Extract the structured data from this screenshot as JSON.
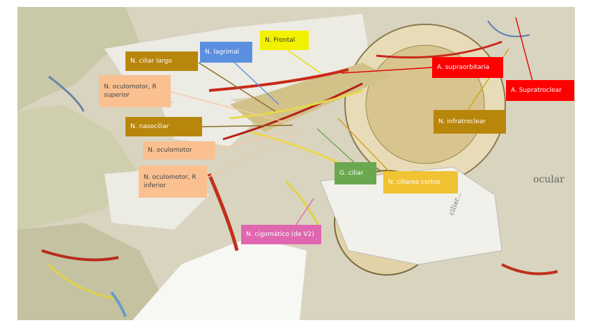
{
  "labels": {
    "lagrimal": {
      "text": "N. lagrimal",
      "color": "#5b8fe0",
      "fg": "#ffffff"
    },
    "frontal": {
      "text": "N. Frontal",
      "color": "#f2f200",
      "fg": "#333333"
    },
    "ciliar_largo": {
      "text": "N. ciliar largo",
      "color": "#b8860b",
      "fg": "#ffffff"
    },
    "oculomotor_r_superior": {
      "text": "N. oculomotor, R superior",
      "color": "#fac090",
      "fg": "#444444"
    },
    "nasociliar": {
      "text": "N. nasociliar",
      "color": "#b8860b",
      "fg": "#ffffff"
    },
    "oculomotor": {
      "text": "N. oculomotor",
      "color": "#fac090",
      "fg": "#444444"
    },
    "oculomotor_r_inferior": {
      "text": "N. oculomotor, R inferior",
      "color": "#fac090",
      "fg": "#444444"
    },
    "supraorbitaria": {
      "text": "A. supraorbitaria",
      "color": "#ff0000",
      "fg": "#ffffff"
    },
    "supratroclear": {
      "text": "A. Supratroclear",
      "color": "#ff0000",
      "fg": "#ffffff"
    },
    "infratroclear": {
      "text": "N. infratroclear",
      "color": "#b8860b",
      "fg": "#ffffff"
    },
    "g_ciliar": {
      "text": "G. ciliar",
      "color": "#6aa84f",
      "fg": "#ffffff"
    },
    "ciliares_cortos": {
      "text": "N. ciliares cortos",
      "color": "#f1c232",
      "fg": "#ffffff"
    },
    "cigomatico": {
      "text": "N. cigomático (de V2)",
      "color": "#e066b0",
      "fg": "#ffffff"
    }
  },
  "handwriting": {
    "right_margin": "ocular",
    "card_note": "ciliar..."
  }
}
